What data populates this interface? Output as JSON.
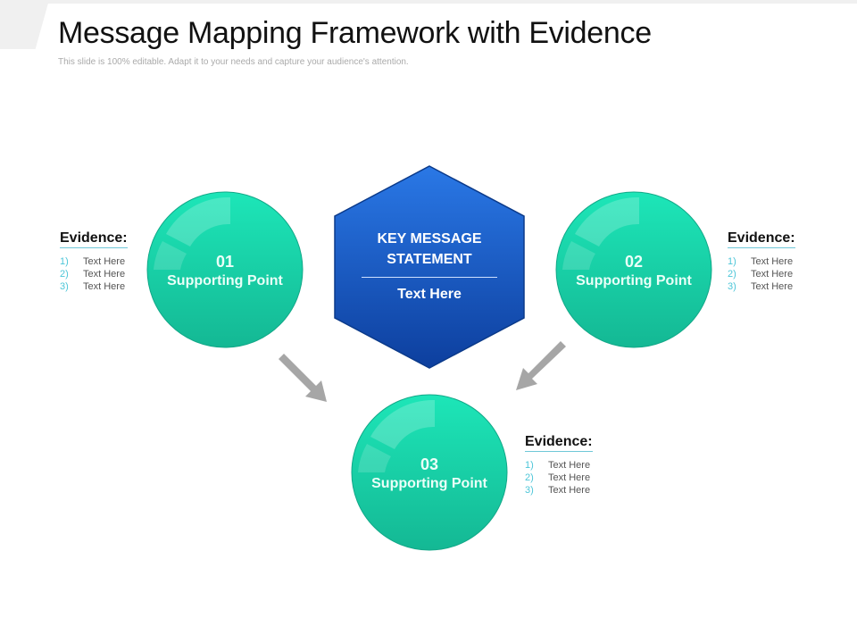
{
  "header": {
    "title": "Message Mapping Framework with Evidence",
    "subtitle": "This slide is 100% editable. Adapt it to your needs and capture your audience's attention."
  },
  "center": {
    "line1": "KEY MESSAGE",
    "line2": "STATEMENT",
    "text": "Text Here"
  },
  "points": [
    {
      "num": "01",
      "label": "Supporting Point"
    },
    {
      "num": "02",
      "label": "Supporting Point"
    },
    {
      "num": "03",
      "label": "Supporting Point"
    }
  ],
  "evidence": [
    {
      "title": "Evidence:",
      "items": [
        {
          "n": "1)",
          "t": "Text Here"
        },
        {
          "n": "2)",
          "t": "Text Here"
        },
        {
          "n": "3)",
          "t": "Text Here"
        }
      ]
    },
    {
      "title": "Evidence:",
      "items": [
        {
          "n": "1)",
          "t": "Text Here"
        },
        {
          "n": "2)",
          "t": "Text Here"
        },
        {
          "n": "3)",
          "t": "Text Here"
        }
      ]
    },
    {
      "title": "Evidence:",
      "items": [
        {
          "n": "1)",
          "t": "Text Here"
        },
        {
          "n": "2)",
          "t": "Text Here"
        },
        {
          "n": "3)",
          "t": "Text Here"
        }
      ]
    }
  ],
  "colors": {
    "circle_top": "#1de6b8",
    "circle_bottom": "#14b894",
    "hex_top": "#2a78e6",
    "hex_bottom": "#0d3f9e",
    "arrow": "#a6a6a6"
  }
}
